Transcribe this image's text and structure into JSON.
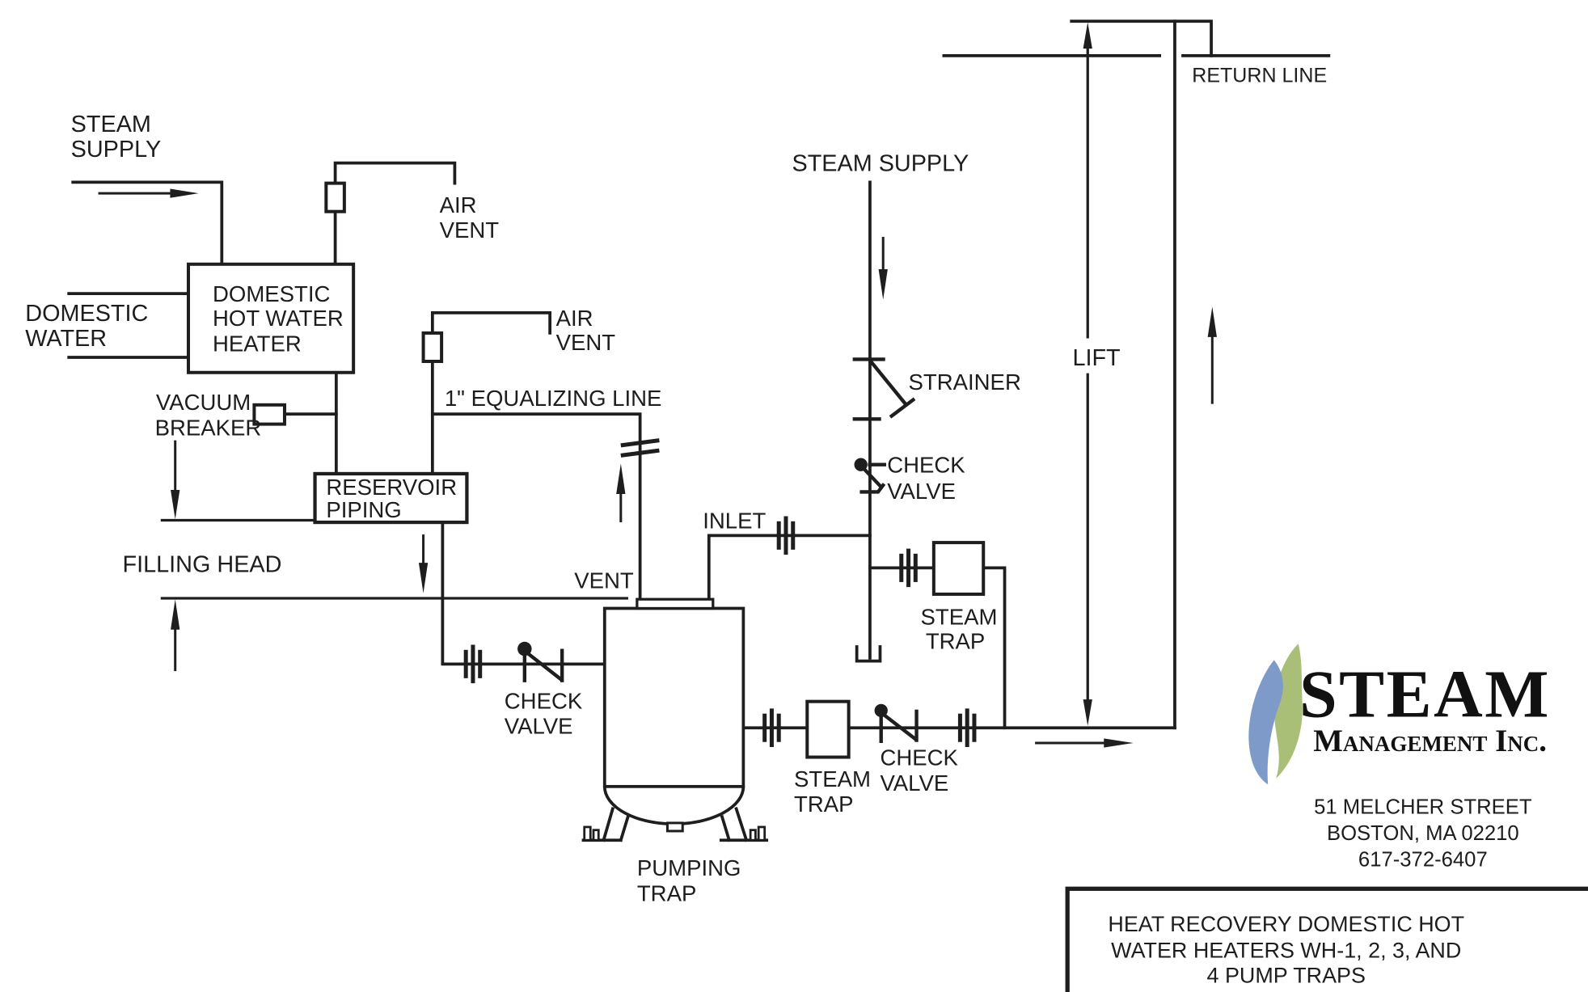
{
  "colors": {
    "line": "#1e1e1e",
    "flame_blue": "#7e9ac9",
    "flame_green": "#a9bf77"
  },
  "labels": {
    "steam_supply_left": [
      "STEAM",
      "SUPPLY"
    ],
    "domestic_water": [
      "DOMESTIC",
      "WATER"
    ],
    "heater": [
      "DOMESTIC",
      "HOT WATER",
      "HEATER"
    ],
    "air_vent_1": [
      "AIR",
      "VENT"
    ],
    "air_vent_2": [
      "AIR",
      "VENT"
    ],
    "vacuum_breaker": [
      "VACUUM",
      "BREAKER"
    ],
    "equalizing_line": "1\" EQUALIZING LINE",
    "reservoir_piping": [
      "RESERVOIR",
      "PIPING"
    ],
    "filling_head": "FILLING HEAD",
    "vent": "VENT",
    "inlet": "INLET",
    "check_valve_pump_inlet": [
      "CHECK",
      "VALVE"
    ],
    "pumping_trap": [
      "PUMPING",
      "TRAP"
    ],
    "steam_trap_outlet": [
      "STEAM",
      "TRAP"
    ],
    "check_valve_outlet": [
      "CHECK",
      "VALVE"
    ],
    "steam_supply_right": "STEAM SUPPLY",
    "strainer": "STRAINER",
    "check_valve_supply": [
      "CHECK",
      "VALVE"
    ],
    "steam_trap_supply": [
      "STEAM",
      "TRAP"
    ],
    "lift": "LIFT",
    "return_line": "RETURN LINE"
  },
  "logo": {
    "brand": "STEAM",
    "company": "Management Inc."
  },
  "contact": {
    "address_line1": "51 MELCHER STREET",
    "address_line2": "BOSTON, MA 02210",
    "phone": "617-372-6407"
  },
  "title_block": {
    "line1": "HEAT RECOVERY DOMESTIC HOT",
    "line2": "WATER HEATERS WH-1, 2, 3, AND",
    "line3": "4 PUMP TRAPS"
  }
}
